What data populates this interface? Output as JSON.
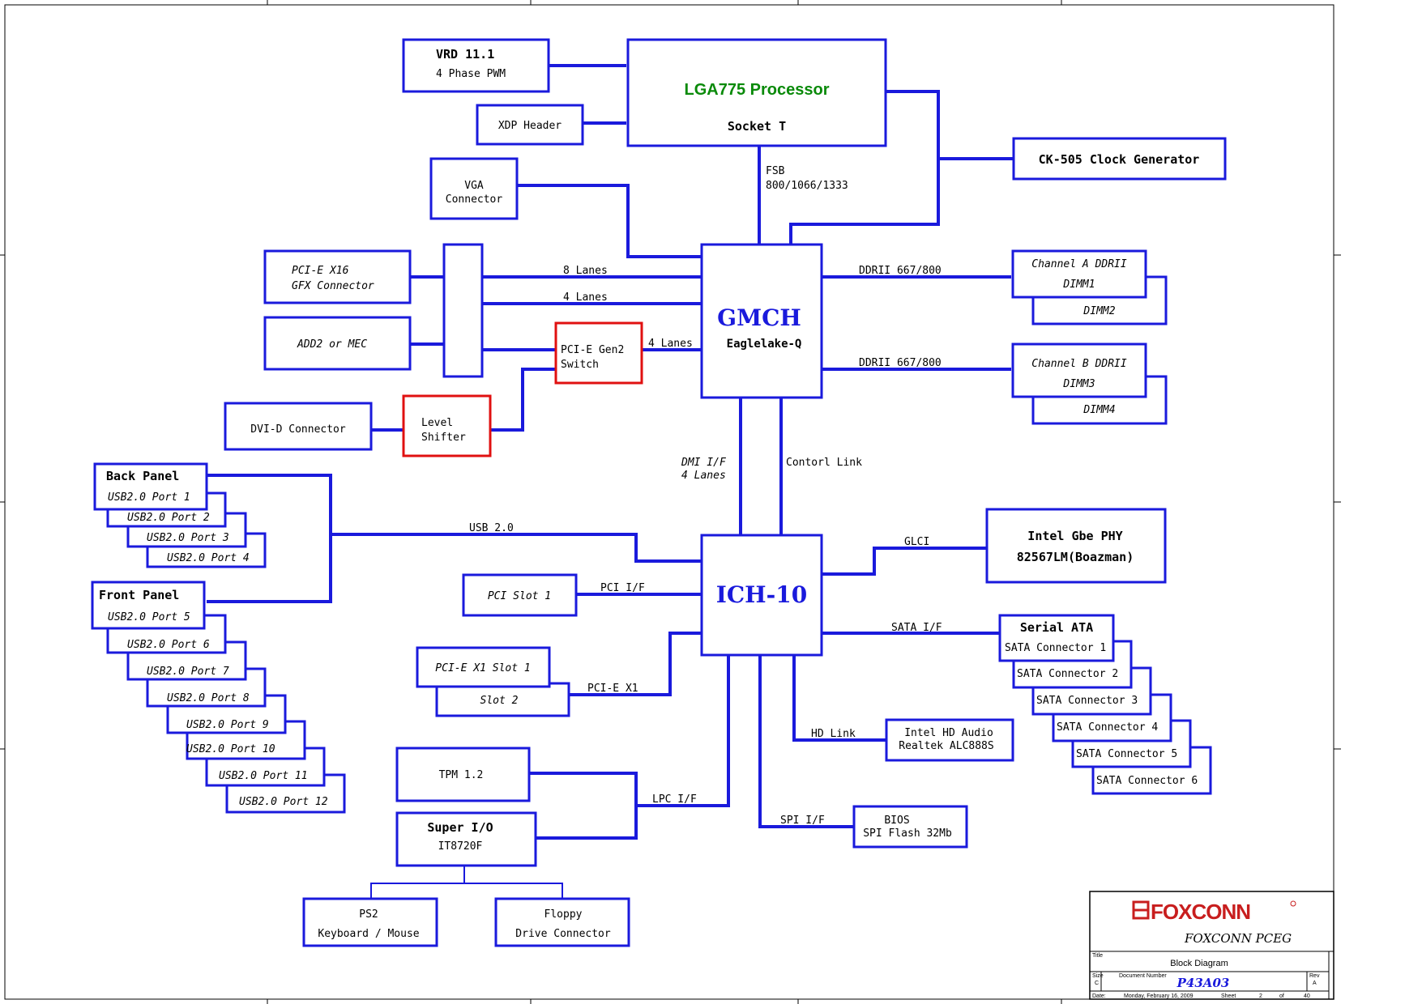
{
  "blocks": {
    "vrd": {
      "line1": "VRD 11.1",
      "line2": "4 Phase PWM"
    },
    "cpu": {
      "line1": "LGA775 Processor",
      "line2": "Socket T"
    },
    "xdp": {
      "label": "XDP Header"
    },
    "vga": {
      "line1": "VGA",
      "line2": "Connector"
    },
    "clock": {
      "label": "CK-505 Clock Generator"
    },
    "pcie_x16": {
      "line1": "PCI-E X16",
      "line2": "GFX Connector"
    },
    "add2": {
      "label": "ADD2 or MEC"
    },
    "pcie_switch": {
      "line1": "PCI-E Gen2",
      "line2": "Switch"
    },
    "dvi": {
      "label": "DVI-D Connector"
    },
    "level_shifter": {
      "line1": "Level",
      "line2": "Shifter"
    },
    "gmch": {
      "line1": "GMCH",
      "line2": "Eaglelake-Q"
    },
    "dimm_a": {
      "line1": "Channel A DDRII",
      "line2": "DIMM1",
      "line3": "DIMM2"
    },
    "dimm_b": {
      "line1": "Channel B DDRII",
      "line2": "DIMM3",
      "line3": "DIMM4"
    },
    "ich": {
      "label": "ICH-10"
    },
    "gbe": {
      "line1": "Intel Gbe PHY",
      "line2": "82567LM(Boazman)"
    },
    "pci_slot": {
      "label": "PCI Slot 1"
    },
    "pcie_x1": {
      "line1": "PCI-E X1 Slot 1",
      "line2": "Slot 2"
    },
    "back_panel": {
      "title": "Back Panel",
      "ports": [
        "USB2.0 Port 1",
        "USB2.0 Port 2",
        "USB2.0 Port 3",
        "USB2.0 Port 4"
      ]
    },
    "front_panel": {
      "title": "Front Panel",
      "ports": [
        "USB2.0 Port 5",
        "USB2.0 Port 6",
        "USB2.0 Port 7",
        "USB2.0 Port 8",
        "USB2.0 Port 9",
        "USB2.0 Port 10",
        "USB2.0 Port 11",
        "USB2.0 Port 12"
      ]
    },
    "sata": {
      "title": "Serial ATA",
      "connectors": [
        "SATA Connector 1",
        "SATA Connector 2",
        "SATA Connector 3",
        "SATA Connector 4",
        "SATA Connector 5",
        "SATA Connector 6"
      ]
    },
    "hd_audio": {
      "line1": "Intel HD Audio",
      "line2": "Realtek ALC888S"
    },
    "bios": {
      "line1": "BIOS",
      "line2": "SPI Flash 32Mb"
    },
    "tpm": {
      "label": "TPM 1.2"
    },
    "superio": {
      "line1": "Super I/O",
      "line2": "IT8720F"
    },
    "ps2": {
      "line1": "PS2",
      "line2": "Keyboard / Mouse"
    },
    "floppy": {
      "line1": "Floppy",
      "line2": "Drive Connector"
    }
  },
  "links": {
    "fsb1": "FSB",
    "fsb2": "800/1066/1333",
    "lanes8": "8 Lanes",
    "lanes4a": "4 Lanes",
    "lanes4b": "4 Lanes",
    "ddr_a": "DDRII 667/800",
    "ddr_b": "DDRII 667/800",
    "dmi1": "DMI I/F",
    "dmi2": "4 Lanes",
    "control": "Contorl Link",
    "usb": "USB 2.0",
    "glci": "GLCI",
    "pci": "PCI I/F",
    "pcie_x1": "PCI-E X1",
    "sata": "SATA I/F",
    "hd": "HD Link",
    "lpc": "LPC I/F",
    "spi": "SPI I/F"
  },
  "title_block": {
    "brand": "FOXCONN",
    "company": "FOXCONN PCEG",
    "title_caption": "Title",
    "title": "Block Diagram",
    "size_caption": "Size",
    "size": "C",
    "docnum_caption": "Document Number",
    "docnum": "P43A03",
    "rev_caption": "Rev",
    "rev": "A",
    "date_caption": "Date:",
    "date": "Monday, February 16, 2009",
    "sheet_caption": "Sheet",
    "sheet": "2",
    "of_caption": "of",
    "of": "40"
  },
  "colors": {
    "line": "#1a1adc",
    "highlight": "#e01010",
    "cpu_text": "#0a8a0a",
    "chip_text": "#1a1adc",
    "brand": "#c81e1e"
  }
}
